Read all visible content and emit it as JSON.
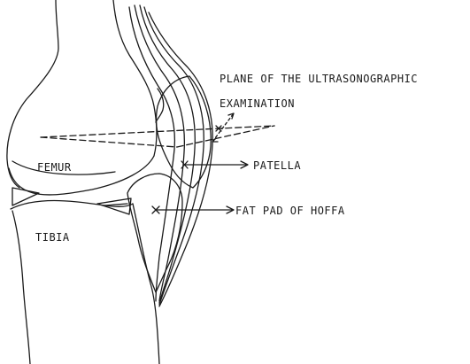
{
  "diagram": {
    "ink_color": "#1a1a1a",
    "background": "#ffffff",
    "labels": {
      "plane_line1": "PLANE OF THE ULTRASONOGRAPHIC",
      "plane_line2": "EXAMINATION",
      "femur": "FEMUR",
      "patella": "PATELLA",
      "fat_pad": "FAT PAD OF HOFFA",
      "tibia": "TIBIA"
    }
  }
}
